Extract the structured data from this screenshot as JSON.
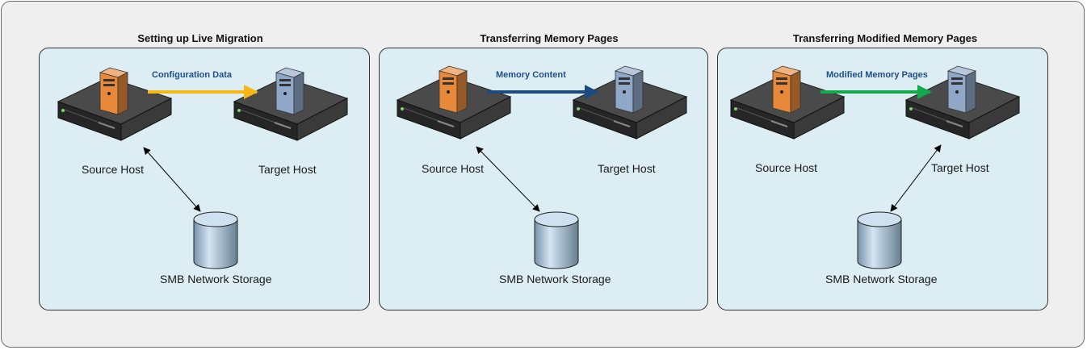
{
  "panels": [
    {
      "title": "Setting up Live Migration",
      "flow_label": "Configuration Data",
      "flow_color": "#f5b812",
      "flow_label_color": "#1f4e8c",
      "source_label": "Source Host",
      "target_label": "Target Host",
      "storage_label": "SMB Network Storage"
    },
    {
      "title": "Transferring Memory Pages",
      "flow_label": "Memory Content",
      "flow_color": "#1c4b80",
      "flow_label_color": "#1f4e8c",
      "source_label": "Source Host",
      "target_label": "Target Host",
      "storage_label": "SMB Network Storage"
    },
    {
      "title": "Transferring Modified  Memory Pages",
      "flow_label": "Modified Memory Pages",
      "flow_color": "#12a94c",
      "flow_label_color": "#1f4e8c",
      "source_label": "Source Host",
      "target_label": "Target Host",
      "storage_label": "SMB Network Storage"
    }
  ],
  "colors": {
    "source_server": "#e8893a",
    "target_server": "#8fa8c8",
    "storage": "#9fc3e2"
  }
}
